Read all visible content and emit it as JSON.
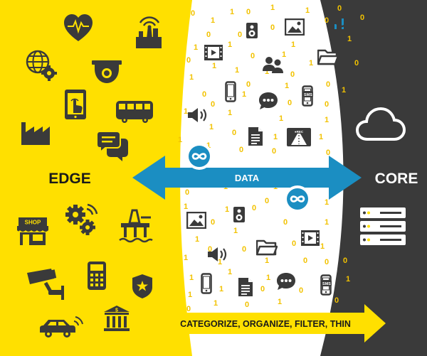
{
  "labels": {
    "edge": "EDGE",
    "core": "CORE",
    "data": "DATA",
    "process": "CATEGORIZE, ORGANIZE, FILTER, THIN"
  },
  "shop_sign": "SHOP",
  "media_text": {
    "rec": "●REC",
    "sms": "SMS"
  },
  "binary_digits": [
    "1",
    "0"
  ],
  "colors": {
    "yellow": "#ffe000",
    "dark": "#3a3a3a",
    "arrow_blue": "#1b8ec2",
    "digit": "#f2c200",
    "icon": "#3a3a3a"
  },
  "edge_icons": [
    "heart-monitor-icon",
    "tower-city-icon",
    "globe-gear-icon",
    "security-camera-dome-icon",
    "tablet-touch-icon",
    "factory-icon",
    "bus-icon",
    "chat-bubbles-icon",
    "shop-icon",
    "gears-wifi-icon",
    "oil-rig-icon",
    "surveillance-camera-icon",
    "pos-terminal-icon",
    "police-badge-icon",
    "connected-car-icon",
    "bank-icon"
  ],
  "core_icons": [
    "cloud-icon",
    "server-stack-icon"
  ],
  "data_icons": [
    "speaker-icon",
    "image-icon",
    "analytics-search-icon",
    "video-icon",
    "people-icon",
    "folder-icon",
    "phone-icon",
    "message-icon",
    "sms-phone-icon",
    "audio-icon",
    "document-icon",
    "dashcam-icon",
    "infinity-icon"
  ]
}
